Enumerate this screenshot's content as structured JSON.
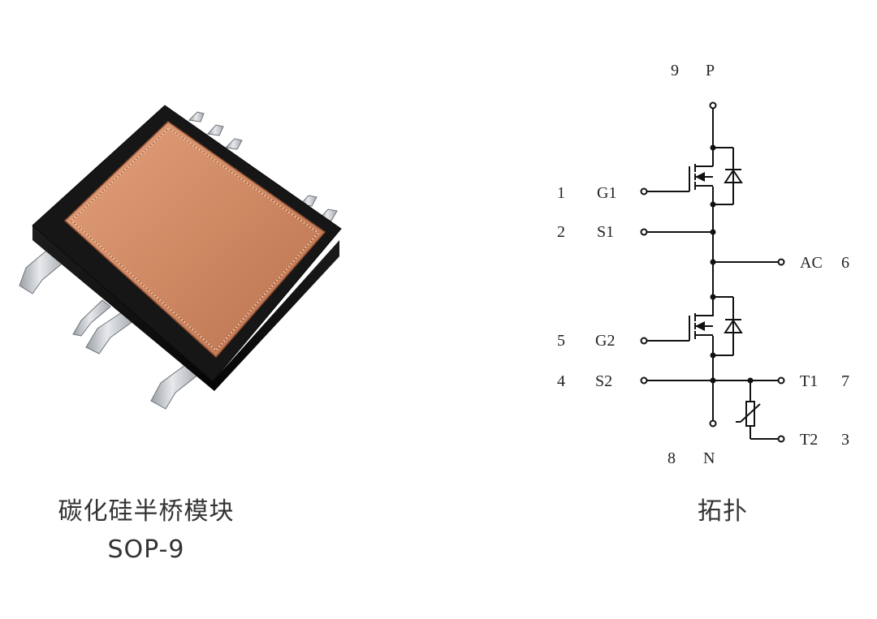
{
  "captions": {
    "module_name": "碳化硅半桥模块",
    "package": "SOP-9",
    "topology": "拓扑"
  },
  "pins": {
    "p": {
      "num": "9",
      "name": "P"
    },
    "g1": {
      "num": "1",
      "name": "G1"
    },
    "s1": {
      "num": "2",
      "name": "S1"
    },
    "ac": {
      "num": "6",
      "name": "AC"
    },
    "g2": {
      "num": "5",
      "name": "G2"
    },
    "s2": {
      "num": "4",
      "name": "S2"
    },
    "t1": {
      "num": "7",
      "name": "T1"
    },
    "t2": {
      "num": "3",
      "name": "T2"
    },
    "n": {
      "num": "8",
      "name": "N"
    }
  },
  "colors": {
    "body": "#141414",
    "copper": "#d08b66",
    "lead": "#c9ccd0",
    "wire": "#111111"
  }
}
